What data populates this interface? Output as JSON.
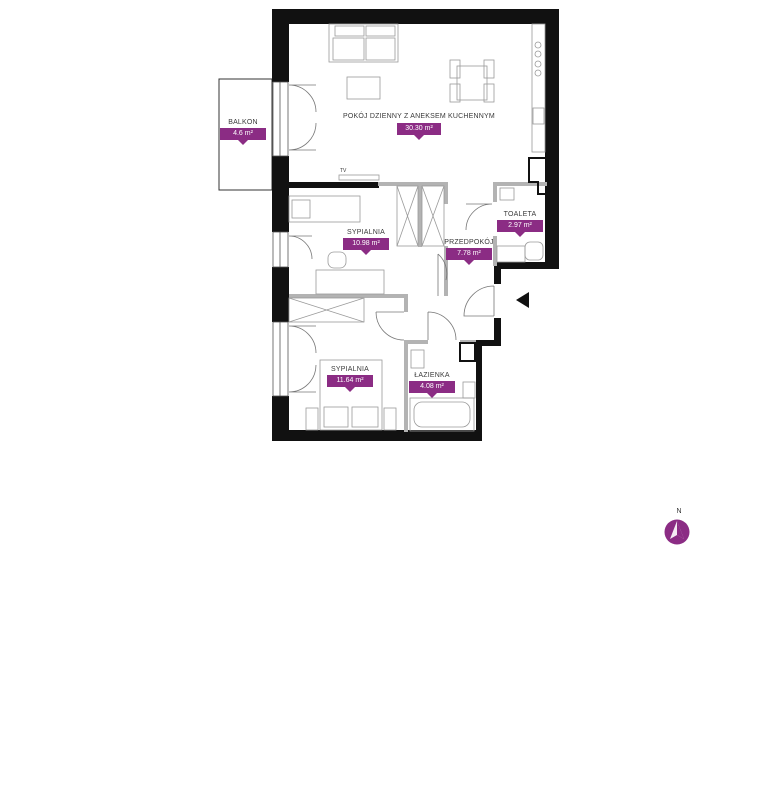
{
  "colors": {
    "accent": "#8b2c84",
    "wall": "#111111",
    "partition": "#b3b3b3",
    "furniture": "#9a9a9a"
  },
  "rooms": {
    "living": {
      "name": "POKÓJ DZIENNY Z ANEKSEM KUCHENNYM",
      "area": "30.30 m²"
    },
    "balcony": {
      "name": "BALKON",
      "area": "4.6 m²"
    },
    "toilet": {
      "name": "TOALETA",
      "area": "2.97 m²"
    },
    "bedroom1": {
      "name": "SYPIALNIA",
      "area": "10.98 m²"
    },
    "hall": {
      "name": "PRZEDPOKÓJ",
      "area": "7.78 m²"
    },
    "bedroom2": {
      "name": "SYPIALNIA",
      "area": "11.64 m²"
    },
    "bathroom": {
      "name": "ŁAZIENKA",
      "area": "4.08 m²"
    }
  },
  "labels": {
    "tv": "TV",
    "north": "N"
  },
  "icons": {
    "entrance": "entrance-arrow-icon",
    "compass": "compass-icon"
  }
}
